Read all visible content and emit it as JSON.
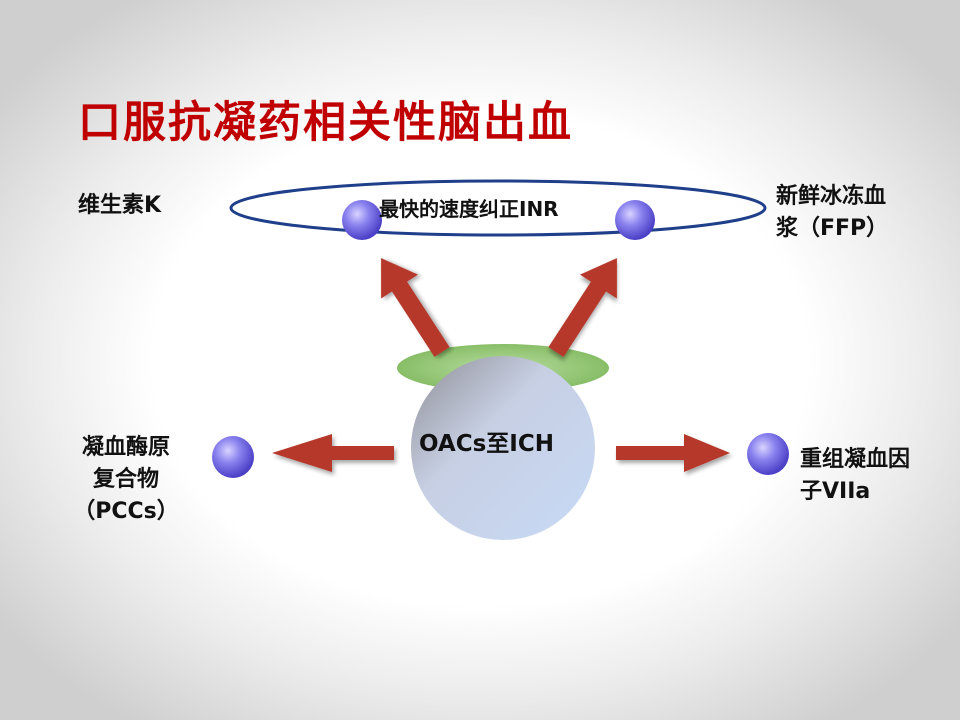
{
  "title": "口服抗凝药相关性脑出血",
  "center": {
    "label": "OACs至ICH"
  },
  "top_ring": {
    "label": "最快的速度纠正INR"
  },
  "nodes": {
    "vitamin_k": {
      "label": "维生素K"
    },
    "ffp": {
      "line1": "新鲜冰冻血",
      "line2": "浆（FFP）"
    },
    "pccs": {
      "line1": "凝血酶原",
      "line2": "复合物",
      "line3": "（PCCs）"
    },
    "rfviia": {
      "line1": "重组凝血因",
      "line2": "子VIIa"
    }
  },
  "colors": {
    "title": "#c00000",
    "arrow": "#b5372b",
    "ring": "#1f3f8a",
    "node": "#7b73e0",
    "pad": "#8bc06a"
  }
}
